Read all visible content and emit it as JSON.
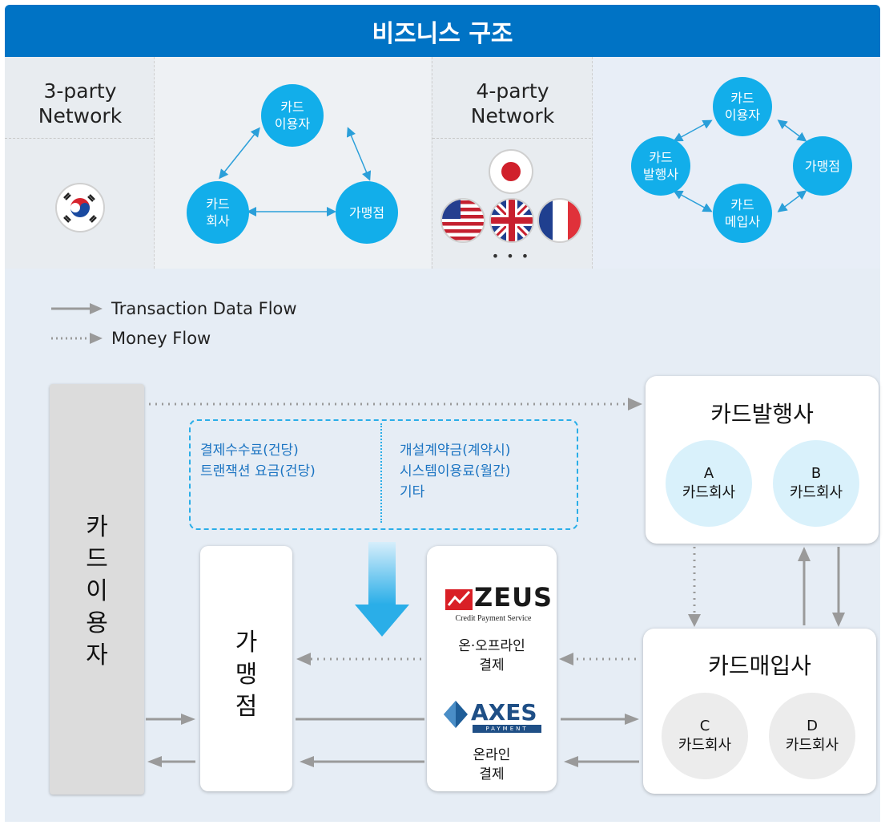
{
  "header": {
    "title": "비즈니스 구조"
  },
  "three_party": {
    "label": "3-party\nNetwork",
    "nodes": {
      "user": "카드\n이용자",
      "company": "카드\n회사",
      "merchant": "가맹점"
    }
  },
  "four_party": {
    "label": "4-party\nNetwork",
    "more": "• • •",
    "nodes": {
      "user": "카드\n이용자",
      "issuer": "카드\n발행사",
      "merchant": "가맹점",
      "acquirer": "카드\n메입사"
    }
  },
  "legend": {
    "transaction": "Transaction Data Flow",
    "money": "Money Flow"
  },
  "diagram": {
    "card_user": "카\n드\n이\n용\n자",
    "merchant": "가\n맹\n점",
    "fees_left": [
      "결제수수료(건당)",
      "트랜잭션 요금(건당)"
    ],
    "fees_right": [
      "개설계약금(계약시)",
      "시스템이용료(월간)",
      "기타"
    ],
    "zeus": {
      "logo": "ZEUS",
      "subtitle": "Credit Payment Service",
      "label": "온·오프라인\n결제"
    },
    "axes": {
      "logo": "AXES",
      "subtitle": "PAYMENT",
      "label": "온라인\n결제"
    },
    "issuer": {
      "title": "카드발행사",
      "companies": [
        "A\n카드회사",
        "B\n카드회사"
      ]
    },
    "acquirer": {
      "title": "카드매입사",
      "companies": [
        "C\n카드회사",
        "D\n카드회사"
      ]
    }
  },
  "colors": {
    "header": "#0073c5",
    "node": "#12aeea",
    "fee_text": "#1b74c2",
    "issuer_circle": "#d9f1fb",
    "acquirer_circle": "#ececec",
    "arrow": "#9a9a9a"
  },
  "icons": [
    "korea-flag-icon",
    "japan-flag-icon",
    "usa-flag-icon",
    "uk-flag-icon",
    "france-flag-icon",
    "zeus-logo-icon",
    "axes-logo-icon"
  ]
}
